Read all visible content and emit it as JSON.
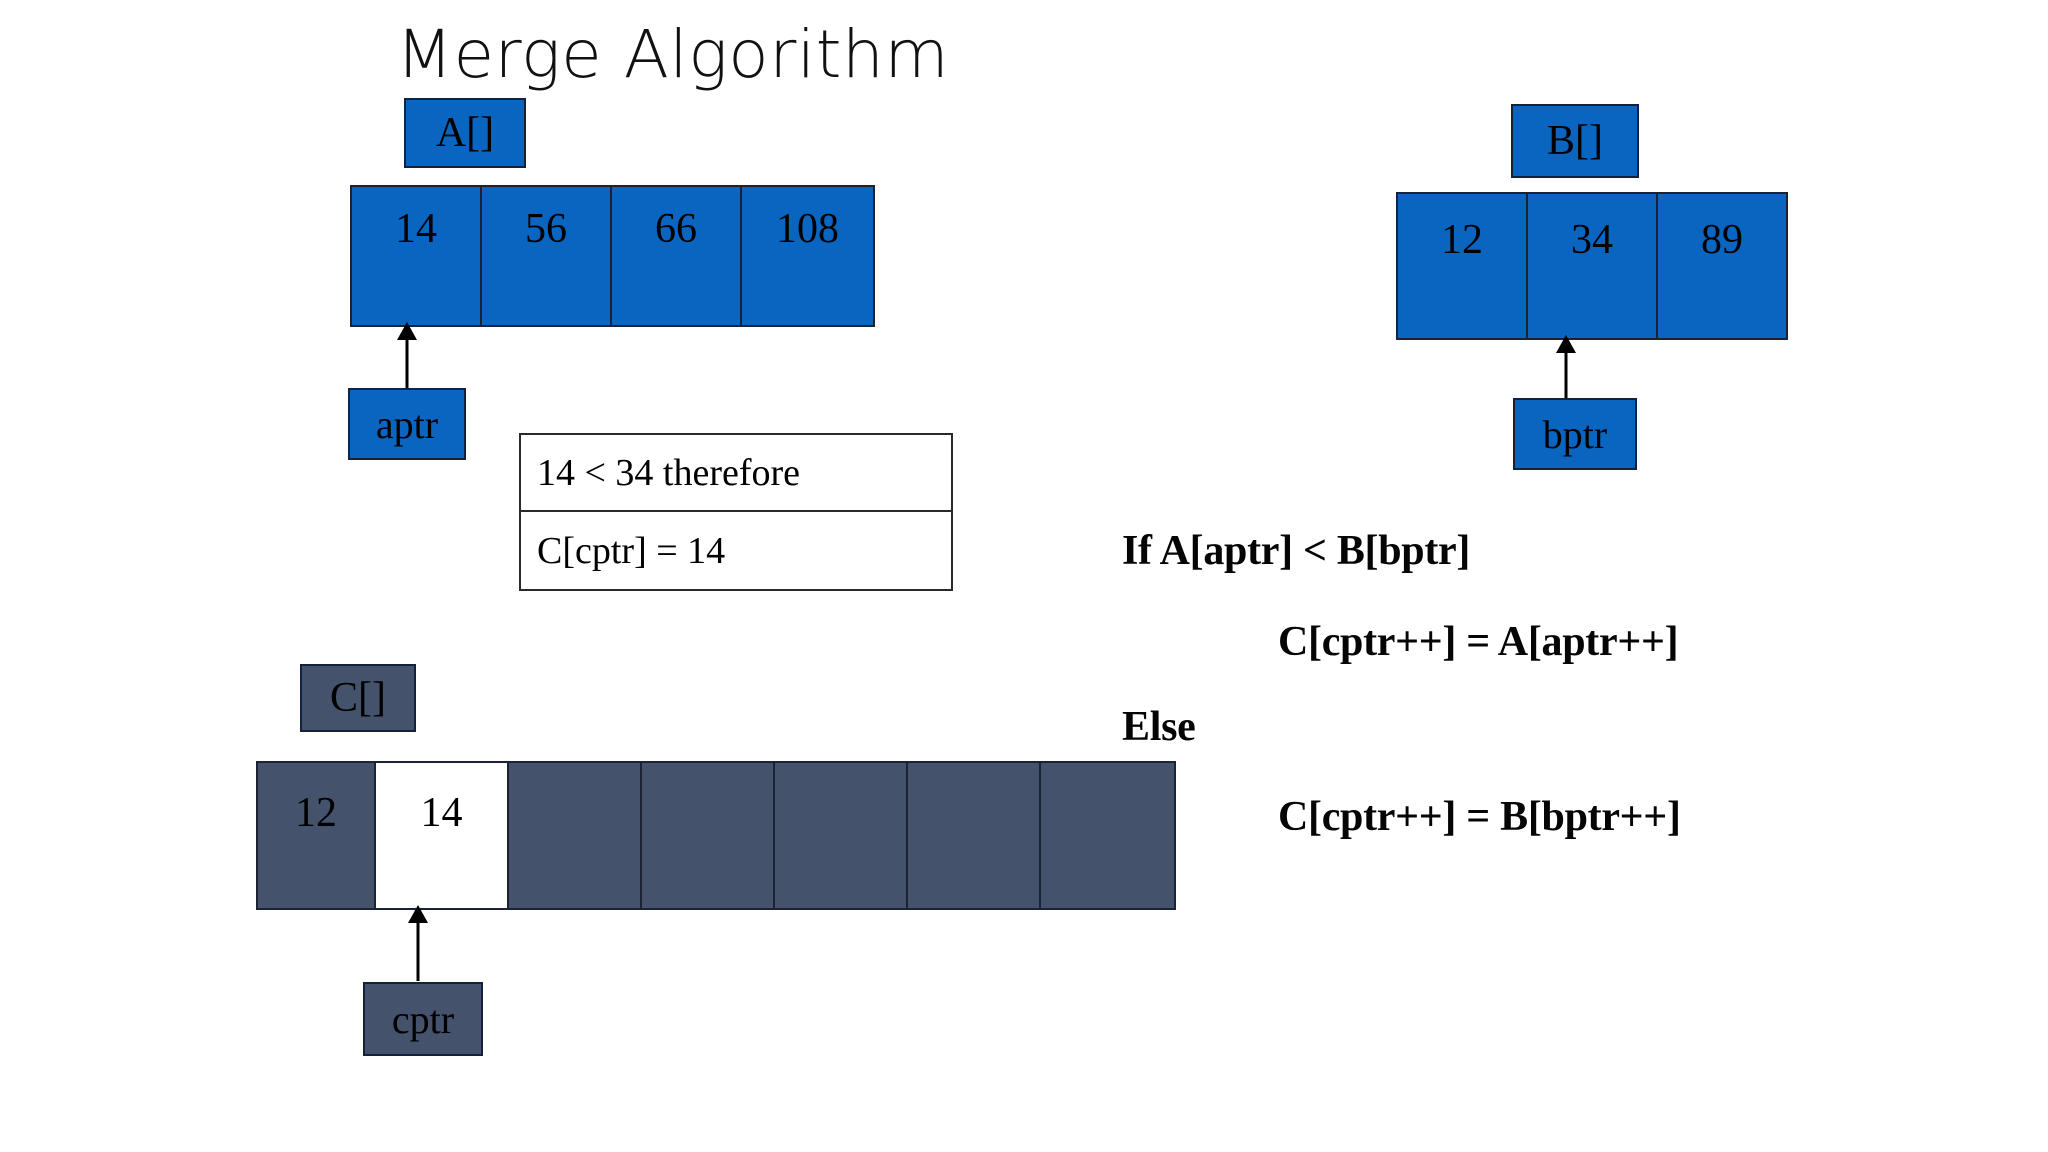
{
  "slide": {
    "title": "Merge Algorithm",
    "background": "#ffffff"
  },
  "colors": {
    "array_blue": "#0A65C0",
    "array_slate": "#44526B",
    "highlight_white": "#ffffff",
    "border_dark": "#1a2233",
    "text_black": "#000000"
  },
  "arrays": {
    "a": {
      "label": "A[]",
      "values": [
        "14",
        "56",
        "66",
        "108"
      ],
      "fill": "blue",
      "pointer": {
        "name": "aptr",
        "index": 0
      }
    },
    "b": {
      "label": "B[]",
      "values": [
        "12",
        "34",
        "89"
      ],
      "fill": "blue",
      "pointer": {
        "name": "bptr",
        "index": 1
      }
    },
    "c": {
      "label": "C[]",
      "values": [
        "12",
        "14",
        "",
        "",
        "",
        "",
        ""
      ],
      "fills": [
        "slate",
        "white",
        "slate",
        "slate",
        "slate",
        "slate",
        "slate"
      ],
      "fill": "slate",
      "pointer": {
        "name": "cptr",
        "index": 1
      }
    }
  },
  "note": {
    "line1": "14 < 34 therefore",
    "line2": "C[cptr] = 14"
  },
  "pseudocode": {
    "if_line": "If A[aptr] < B[bptr]",
    "then_line": "C[cptr++] = A[aptr++]",
    "else_line": "Else",
    "else_body_line": "C[cptr++] = B[bptr++]"
  },
  "icons": {
    "pointer_arrow": "arrow-up-icon"
  }
}
